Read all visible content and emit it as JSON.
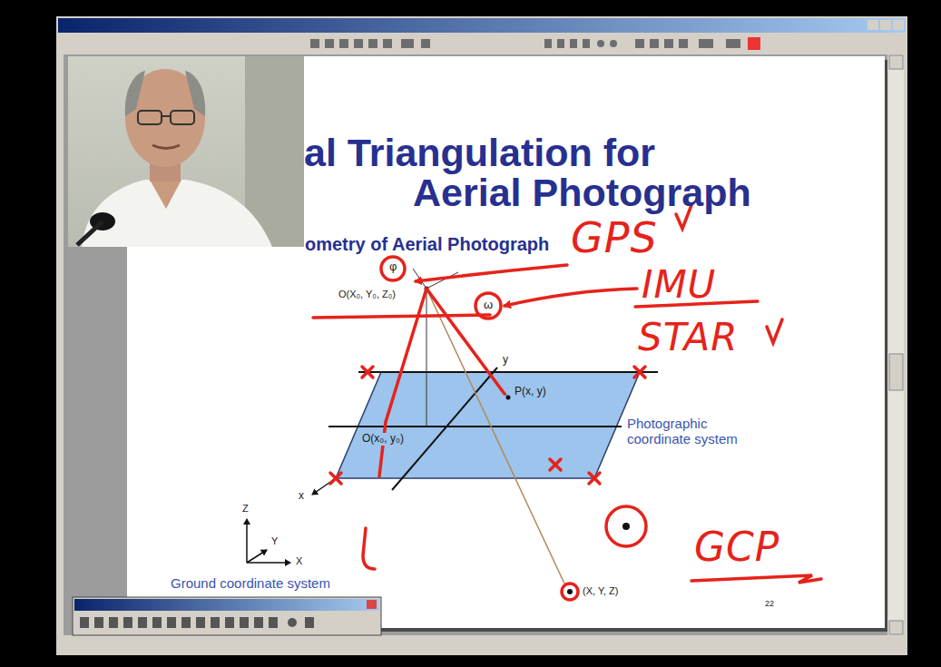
{
  "diagram": {
    "title": "al Triangulation for Aerial Photograph",
    "labels": [
      "ometry of Aerial Photograph",
      "GPS",
      "φ",
      "O(X₀, Y₀, Z₀)",
      "ω",
      "IMU",
      "STAR",
      "y",
      "P(x, y)",
      "O(x₀, y₀)",
      "Photographic coordinate system",
      "x",
      "Z",
      "Y",
      "X",
      "GCP",
      "Ground coordinate system",
      "(X, Y, Z)",
      "22"
    ]
  }
}
